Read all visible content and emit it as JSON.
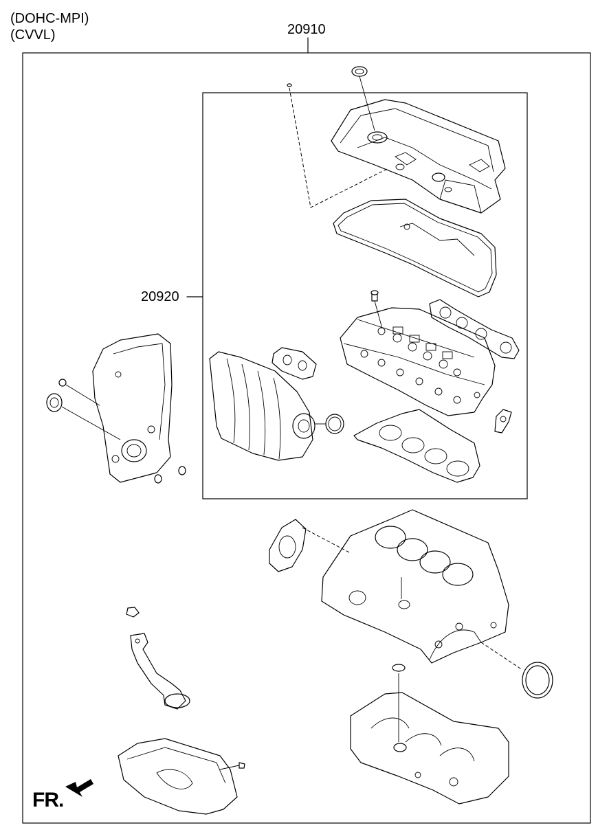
{
  "header": {
    "engine_lines": [
      "(DOHC-MPI)",
      "(CVVL)"
    ]
  },
  "callouts": {
    "overhaul_gasket_kit": "20910",
    "cylinder_head_gasket_kit": "20920"
  },
  "orientation": {
    "front_label": "FR."
  },
  "icons": [
    "front-direction-arrow-icon"
  ]
}
